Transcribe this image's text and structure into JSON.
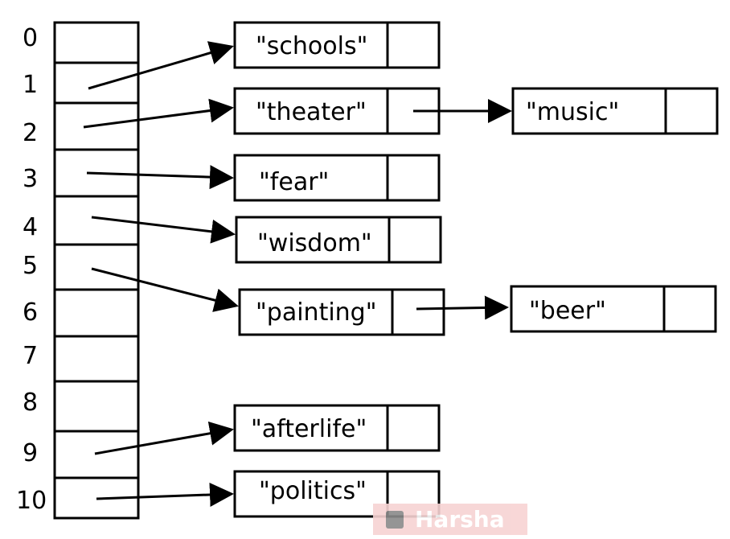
{
  "table": {
    "indices": [
      "0",
      "1",
      "2",
      "3",
      "4",
      "5",
      "6",
      "7",
      "8",
      "9",
      "10"
    ]
  },
  "nodes": [
    {
      "id": "schools",
      "label": "\"schools\""
    },
    {
      "id": "theater",
      "label": "\"theater\""
    },
    {
      "id": "music",
      "label": "\"music\""
    },
    {
      "id": "fear",
      "label": "\"fear\""
    },
    {
      "id": "wisdom",
      "label": "\"wisdom\""
    },
    {
      "id": "painting",
      "label": "\"painting\""
    },
    {
      "id": "beer",
      "label": "\"beer\""
    },
    {
      "id": "afterlife",
      "label": "\"afterlife\""
    },
    {
      "id": "politics",
      "label": "\"politics\""
    }
  ],
  "links": [
    {
      "from": "slot-1",
      "to": "schools"
    },
    {
      "from": "slot-2",
      "to": "theater"
    },
    {
      "from": "theater",
      "to": "music"
    },
    {
      "from": "slot-3",
      "to": "fear"
    },
    {
      "from": "slot-4",
      "to": "wisdom"
    },
    {
      "from": "slot-5",
      "to": "painting"
    },
    {
      "from": "painting",
      "to": "beer"
    },
    {
      "from": "slot-9",
      "to": "afterlife"
    },
    {
      "from": "slot-10",
      "to": "politics"
    }
  ],
  "watermark": {
    "text": "Harsha"
  }
}
